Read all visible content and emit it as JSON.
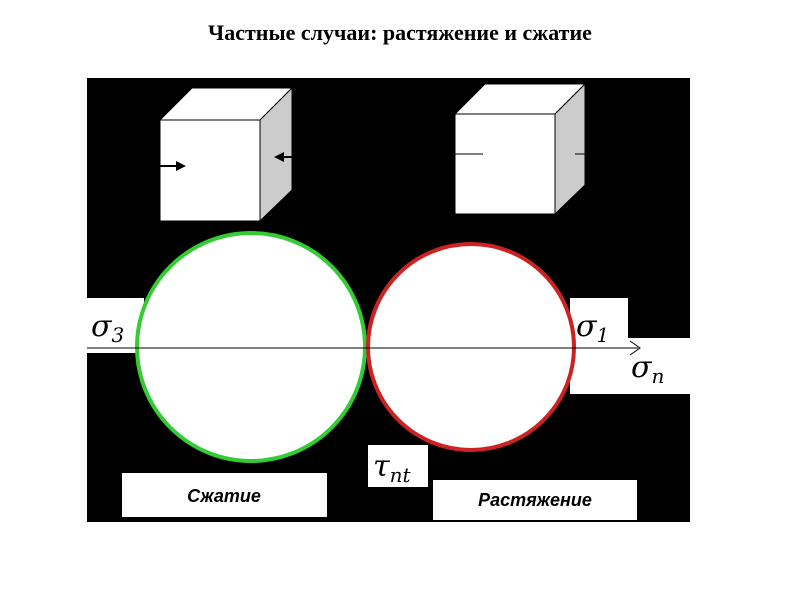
{
  "title": "Частные случаи: растяжение и сжатие",
  "labels": {
    "sigma3": "σ",
    "sigma3_sub": "3",
    "sigma1": "σ",
    "sigma1_sub": "1",
    "sigma_n": "σ",
    "sigma_n_sub": "n",
    "tau": "τ",
    "tau_sub": "nt",
    "compression": "Сжатие",
    "tension": "Растяжение"
  },
  "colors": {
    "panel": "#000000",
    "compression_circle": "#33cc33",
    "tension_circle": "#cc2222",
    "cube_front": "#ffffff",
    "cube_side": "#cccccc"
  }
}
